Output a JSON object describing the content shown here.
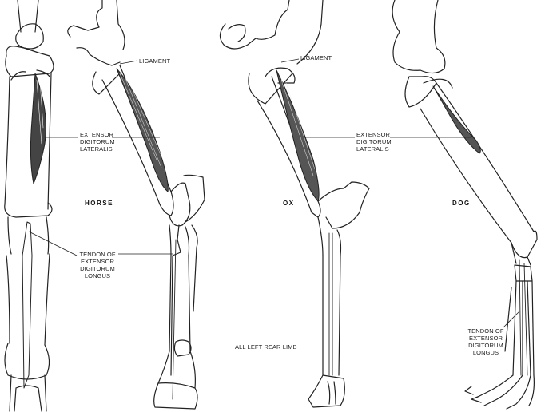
{
  "labels": {
    "horse": {
      "ligament": "LIGAMENT",
      "extensor_lateralis": [
        "EXTENSOR",
        "DIGITORUM",
        "LATERALIS"
      ],
      "tendon": [
        "TENDON OF",
        "EXTENSOR",
        "DIGITORUM",
        "LONGUS"
      ],
      "species": "HORSE"
    },
    "ox": {
      "ligament": "LIGAMENT",
      "extensor_lateralis": [
        "EXTENSOR",
        "DIGITORUM",
        "LATERALIS"
      ],
      "species": "OX"
    },
    "dog": {
      "species": "DOG",
      "tendon": [
        "TENDON OF",
        "EXTENSOR",
        "DIGITORUM",
        "LONGUS"
      ]
    },
    "caption": "ALL LEFT REAR LIMB"
  },
  "colors": {
    "ink": "#222222",
    "muscle": "#555555"
  }
}
